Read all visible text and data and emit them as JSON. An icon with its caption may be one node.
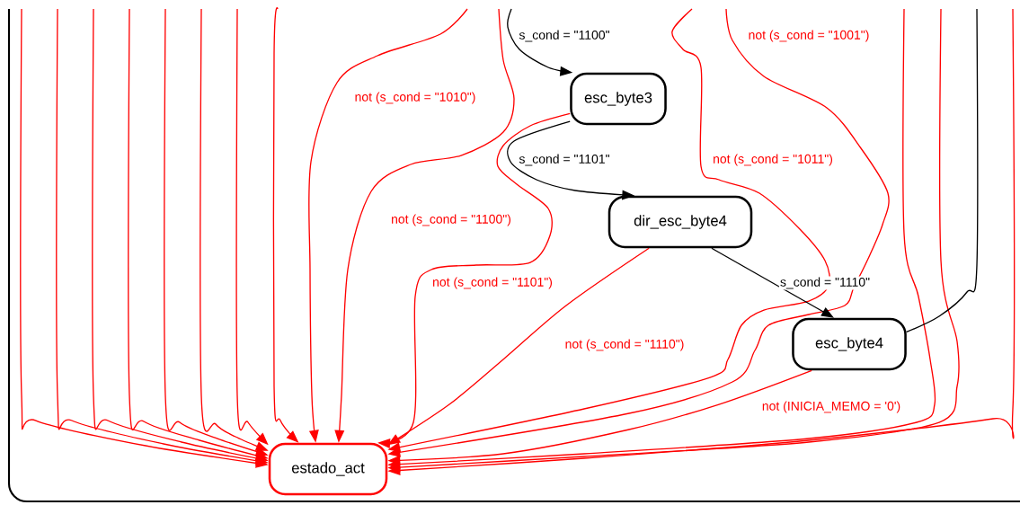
{
  "diagram": {
    "nodes": [
      {
        "text": [
          "esc_byte3"
        ]
      },
      {
        "text": [
          "dir_esc_byte4"
        ]
      },
      {
        "text": [
          "esc_byte4"
        ]
      },
      {
        "text": [
          "estado_act"
        ]
      }
    ],
    "edges": [
      {
        "from": null,
        "to": 3,
        "arrow": "to"
      },
      {
        "from": null,
        "to": 3,
        "arrow": "to"
      },
      {
        "from": null,
        "to": 3,
        "arrow": "to"
      },
      {
        "from": null,
        "to": 3,
        "arrow": "to"
      },
      {
        "from": null,
        "to": 3,
        "arrow": "to"
      },
      {
        "from": null,
        "to": 3,
        "arrow": "to"
      },
      {
        "from": null,
        "to": 3,
        "arrow": "to"
      },
      {
        "from": null,
        "to": 3,
        "arrow": "to"
      },
      {
        "from": null,
        "to": 3,
        "arrow": "to",
        "label": "not (s_cond = \"1010\")"
      },
      {
        "from": null,
        "to": 3,
        "arrow": "to",
        "label": "not (s_cond = \"1100\")"
      },
      {
        "from": 0,
        "to": 3,
        "arrow": "to",
        "label": "not (s_cond = \"1101\")"
      },
      {
        "from": 1,
        "to": 3,
        "arrow": "to",
        "label": "not (s_cond = \"1110\")"
      },
      {
        "from": null,
        "to": 3,
        "arrow": "to",
        "label": "not (s_cond = \"1011\")"
      },
      {
        "from": null,
        "to": 3,
        "arrow": "to",
        "label": "not (s_cond = \"1001\")"
      },
      {
        "from": 2,
        "to": 3,
        "arrow": "to",
        "label": "not (INICIA_MEMO = '0')"
      },
      {
        "from": null,
        "to": 3,
        "arrow": "to"
      },
      {
        "from": null,
        "to": 3,
        "arrow": "to"
      },
      {
        "from": null,
        "to": 3,
        "arrow": "to"
      },
      {
        "from": null,
        "to": 0,
        "arrow": "to",
        "label": "s_cond = \"1100\"",
        "color": "#000000"
      },
      {
        "from": 0,
        "to": 1,
        "arrow": "to",
        "label": "s_cond = \"1101\"",
        "color": "#000000"
      },
      {
        "from": 1,
        "to": 2,
        "arrow": "to",
        "label": "s_cond = \"1110\"",
        "color": "#000000"
      },
      {
        "from": 2,
        "to": null,
        "arrow": "none",
        "color": "#000000"
      }
    ]
  }
}
